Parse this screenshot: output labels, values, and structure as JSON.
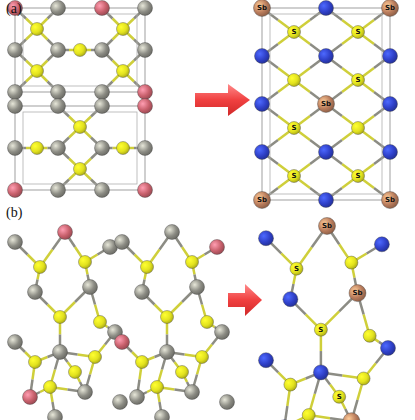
{
  "diagram": {
    "labels": [
      "(a)",
      "Sb",
      "Sb",
      "Sb",
      "Sb",
      "Sb",
      "S",
      "S",
      "S",
      "S",
      "S",
      "S",
      "(b)",
      "Sb",
      "Sb",
      "S",
      "S",
      "S"
    ]
  }
}
